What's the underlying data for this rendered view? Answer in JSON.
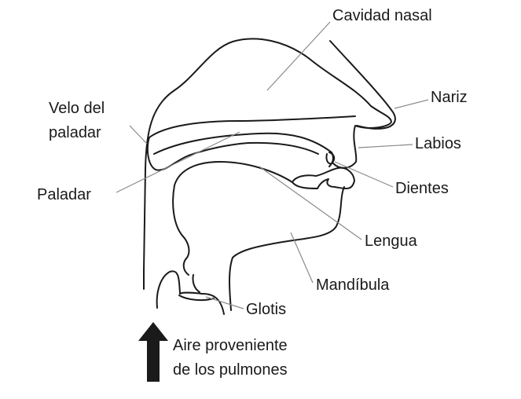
{
  "labels": {
    "cavidad_nasal": "Cavidad nasal",
    "nariz": "Nariz",
    "labios": "Labios",
    "dientes": "Dientes",
    "lengua": "Lengua",
    "mandibula": "Mandíbula",
    "glotis": "Glotis",
    "paladar": "Paladar",
    "velo_line1": "Velo del",
    "velo_line2": "paladar",
    "aire_line1": "Aire proveniente",
    "aire_line2": "de los pulmones"
  },
  "icons": {
    "airflow": "up-arrow-icon"
  }
}
